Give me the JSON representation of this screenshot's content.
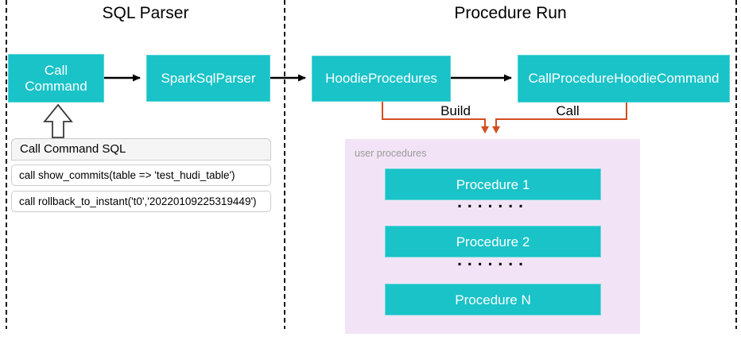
{
  "sections": [
    {
      "title": "SQL Parser"
    },
    {
      "title": "Procedure Run"
    }
  ],
  "nodes": {
    "call_command": "Call Command",
    "spark_sql_parser": "SparkSqlParser",
    "hoodie_procedures": "HoodieProcedures",
    "call_procedure_hoodie_command": "CallProcedureHoodieCommand"
  },
  "edges": {
    "build_label": "Build",
    "call_label": "Call"
  },
  "sql_panel": {
    "title": "Call Command SQL",
    "rows": [
      "call show_commits(table => 'test_hudi_table')",
      "call rollback_to_instant('t0','20220109225319449')"
    ]
  },
  "user_procedures": {
    "label": "user procedures",
    "items": [
      "Procedure 1",
      "Procedure 2",
      "Procedure N"
    ],
    "dots": "......."
  },
  "colors": {
    "teal": "#19c3c8",
    "purple": "#f2e4f6",
    "orange": "#d14f1e",
    "panel-header": "#f5f5f5",
    "border-gray": "#cccccc",
    "label-gray": "#9a9a9a"
  }
}
